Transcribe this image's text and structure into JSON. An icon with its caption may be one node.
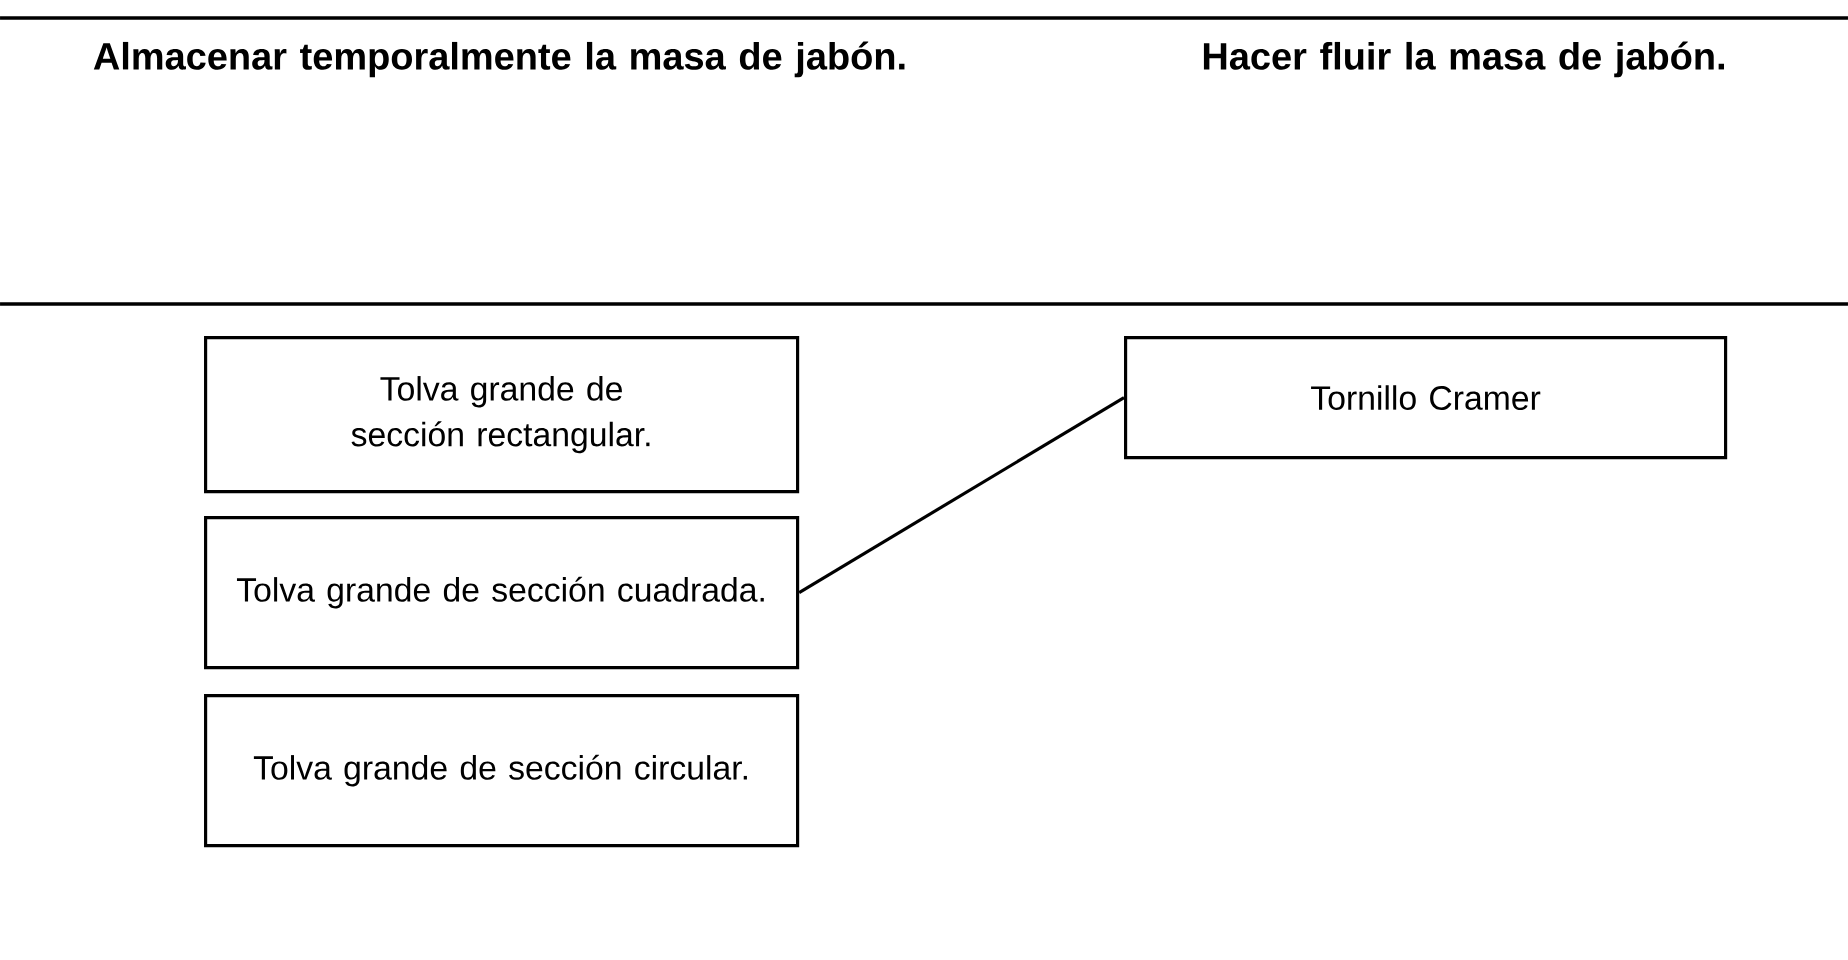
{
  "diagram": {
    "nodes": [
      {
        "text": [
          "Tolva grande de sección rectangular."
        ]
      },
      {
        "text": [
          "Tolva grande de sección cuadrada."
        ]
      },
      {
        "text": [
          "Tolva grande de sección circular."
        ]
      },
      {
        "text": [
          "Tornillo Cramer"
        ]
      }
    ],
    "edges": [
      {
        "from": 1,
        "to": 3,
        "arrow": "none"
      }
    ],
    "labels": [
      "Almacenar temporalmente la masa de jabón.",
      "Hacer fluir la masa de jabón."
    ]
  }
}
